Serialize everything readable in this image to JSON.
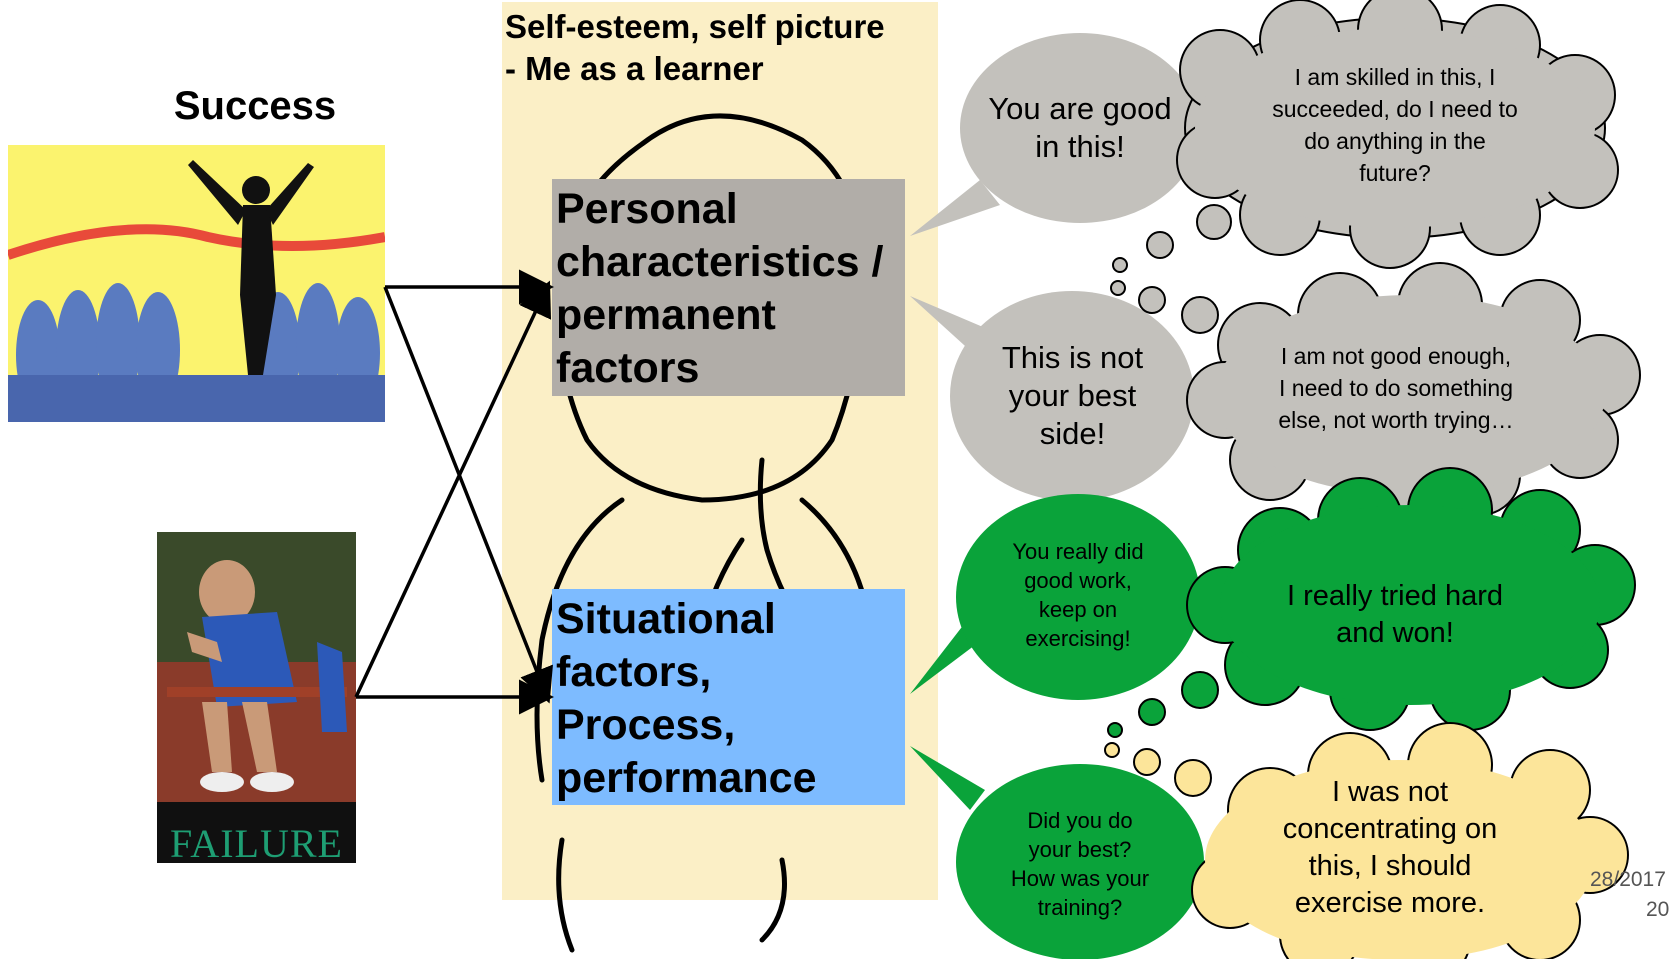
{
  "panel": {
    "title": "Self-esteem, self picture\n- Me as a learner"
  },
  "success": {
    "title": "Success"
  },
  "failure": {
    "caption": "FAILURE"
  },
  "boxes": {
    "personal": "Personal characteristics / permanent factors",
    "situational": "Situational factors, Process, performance"
  },
  "speech": {
    "good": "You are good in this!",
    "not_best": "This is not your best side!",
    "really_did": "You really did good work, keep on exercising!",
    "did_best": "Did you do your best? How was your training?"
  },
  "thoughts": {
    "skilled": "I am skilled in this, I succeeded, do I need to do anything in the future?",
    "not_good": "I am not good enough, I need to do something else, not worth trying…",
    "tried": "I really tried hard and won!",
    "not_concentrating": "I was not concentrating on this, I should exercise more."
  },
  "footer": {
    "date": "28/2017",
    "page": "20"
  },
  "colors": {
    "panel": "#fbefc6",
    "personal_box": "#b1ada8",
    "situational_box": "#7dbbff",
    "gray_bubble": "#c3c1bc",
    "green_bubble": "#0aa33a",
    "yellow_bubble": "#fce59a"
  }
}
